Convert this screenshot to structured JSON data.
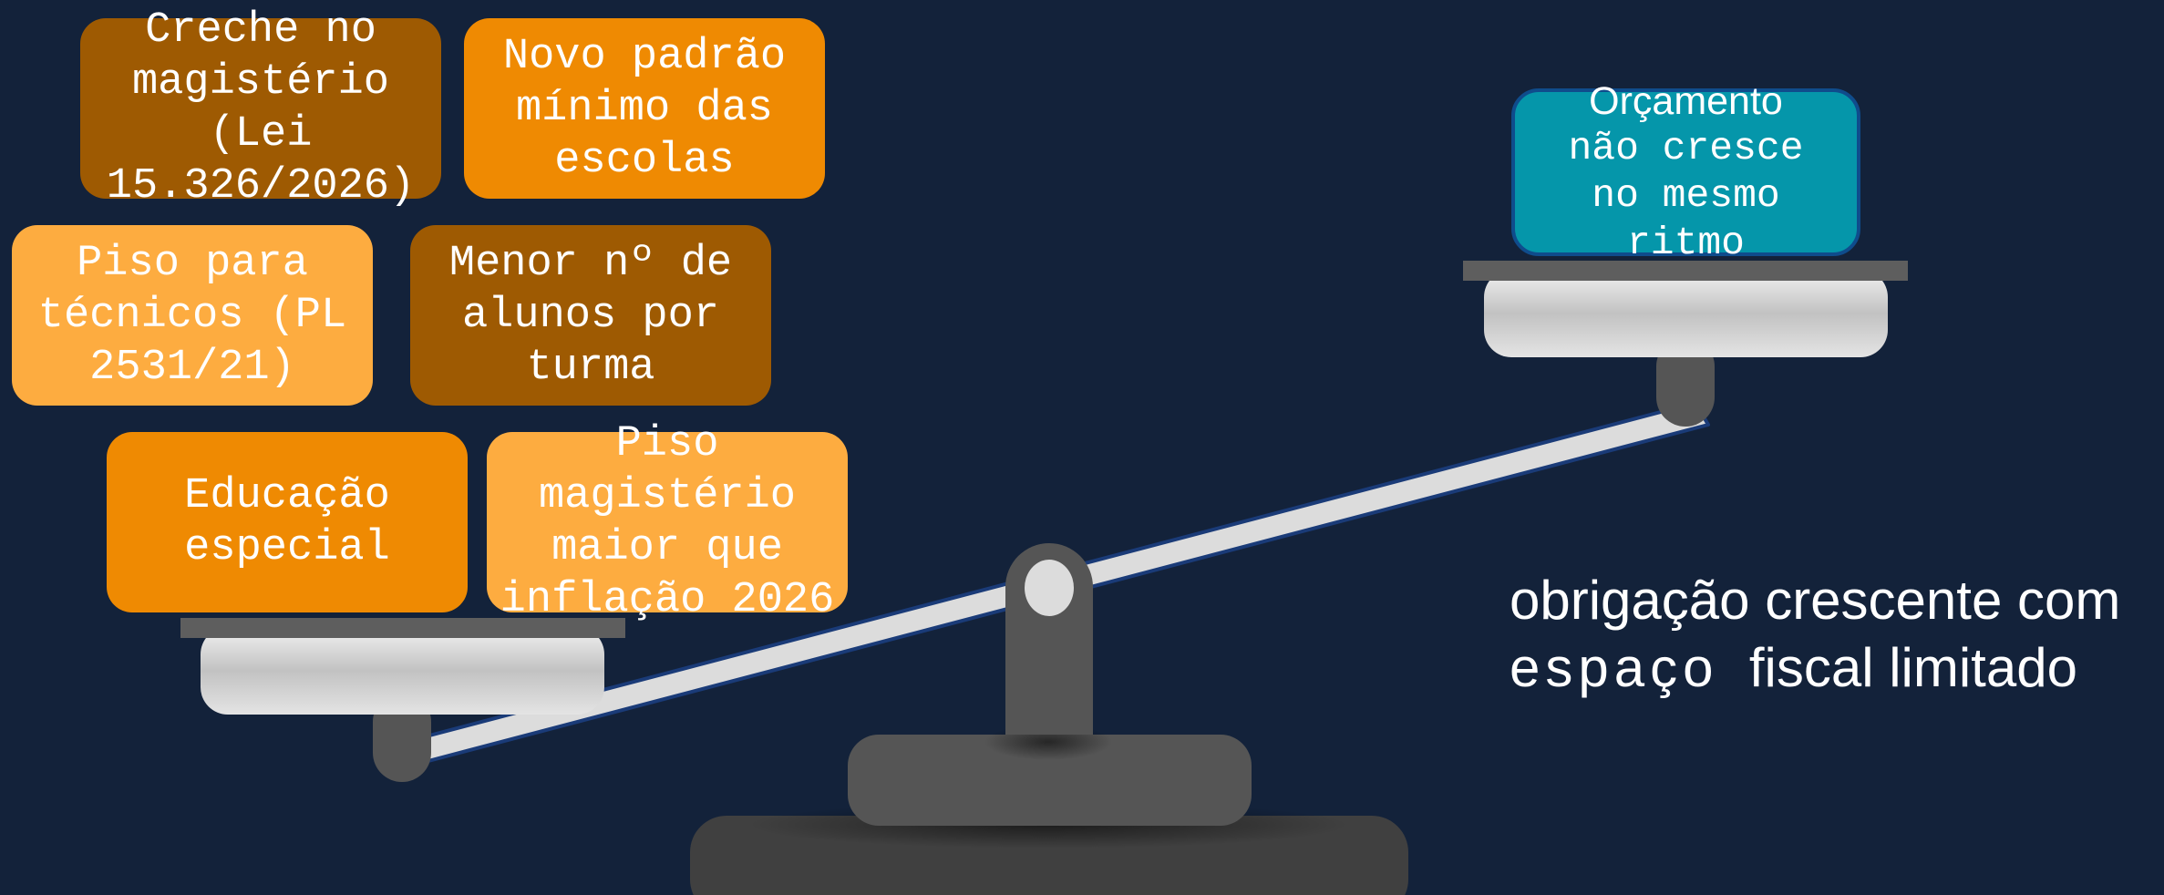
{
  "diagram": {
    "left_pan_items": [
      {
        "id": "b1",
        "text": "Creche no\nmagistério\n(Lei\n15.326/2026)",
        "color": "#9e5a02"
      },
      {
        "id": "b2",
        "text": "Novo padrão\nmínimo das\nescolas",
        "color": "#ef8a02"
      },
      {
        "id": "b3",
        "text": "Piso para\ntécnicos (PL\n2531/21)",
        "color": "#fdac40"
      },
      {
        "id": "b4",
        "text": "Menor nº de\nalunos por\nturma",
        "color": "#9e5a02"
      },
      {
        "id": "b5",
        "text": "Educação\nespecial",
        "color": "#ef8a02"
      },
      {
        "id": "b6",
        "text": "Piso\nmagistério\nmaior que\ninflação 2026",
        "color": "#fdac40"
      }
    ],
    "right_pan_item": {
      "line1": "Orçamento",
      "line2": "não cresce\nno mesmo\nritmo",
      "color": "#0596aa"
    },
    "caption": {
      "line1_word1": "obrigação",
      "line1_rest": "crescente com",
      "line2_word1": "espaço",
      "line2_rest": "fiscal limitado"
    }
  },
  "colors": {
    "background": "#13223a",
    "scale_dark": "#555555",
    "scale_base": "#404040",
    "pan_light": "#d6d6d6"
  }
}
